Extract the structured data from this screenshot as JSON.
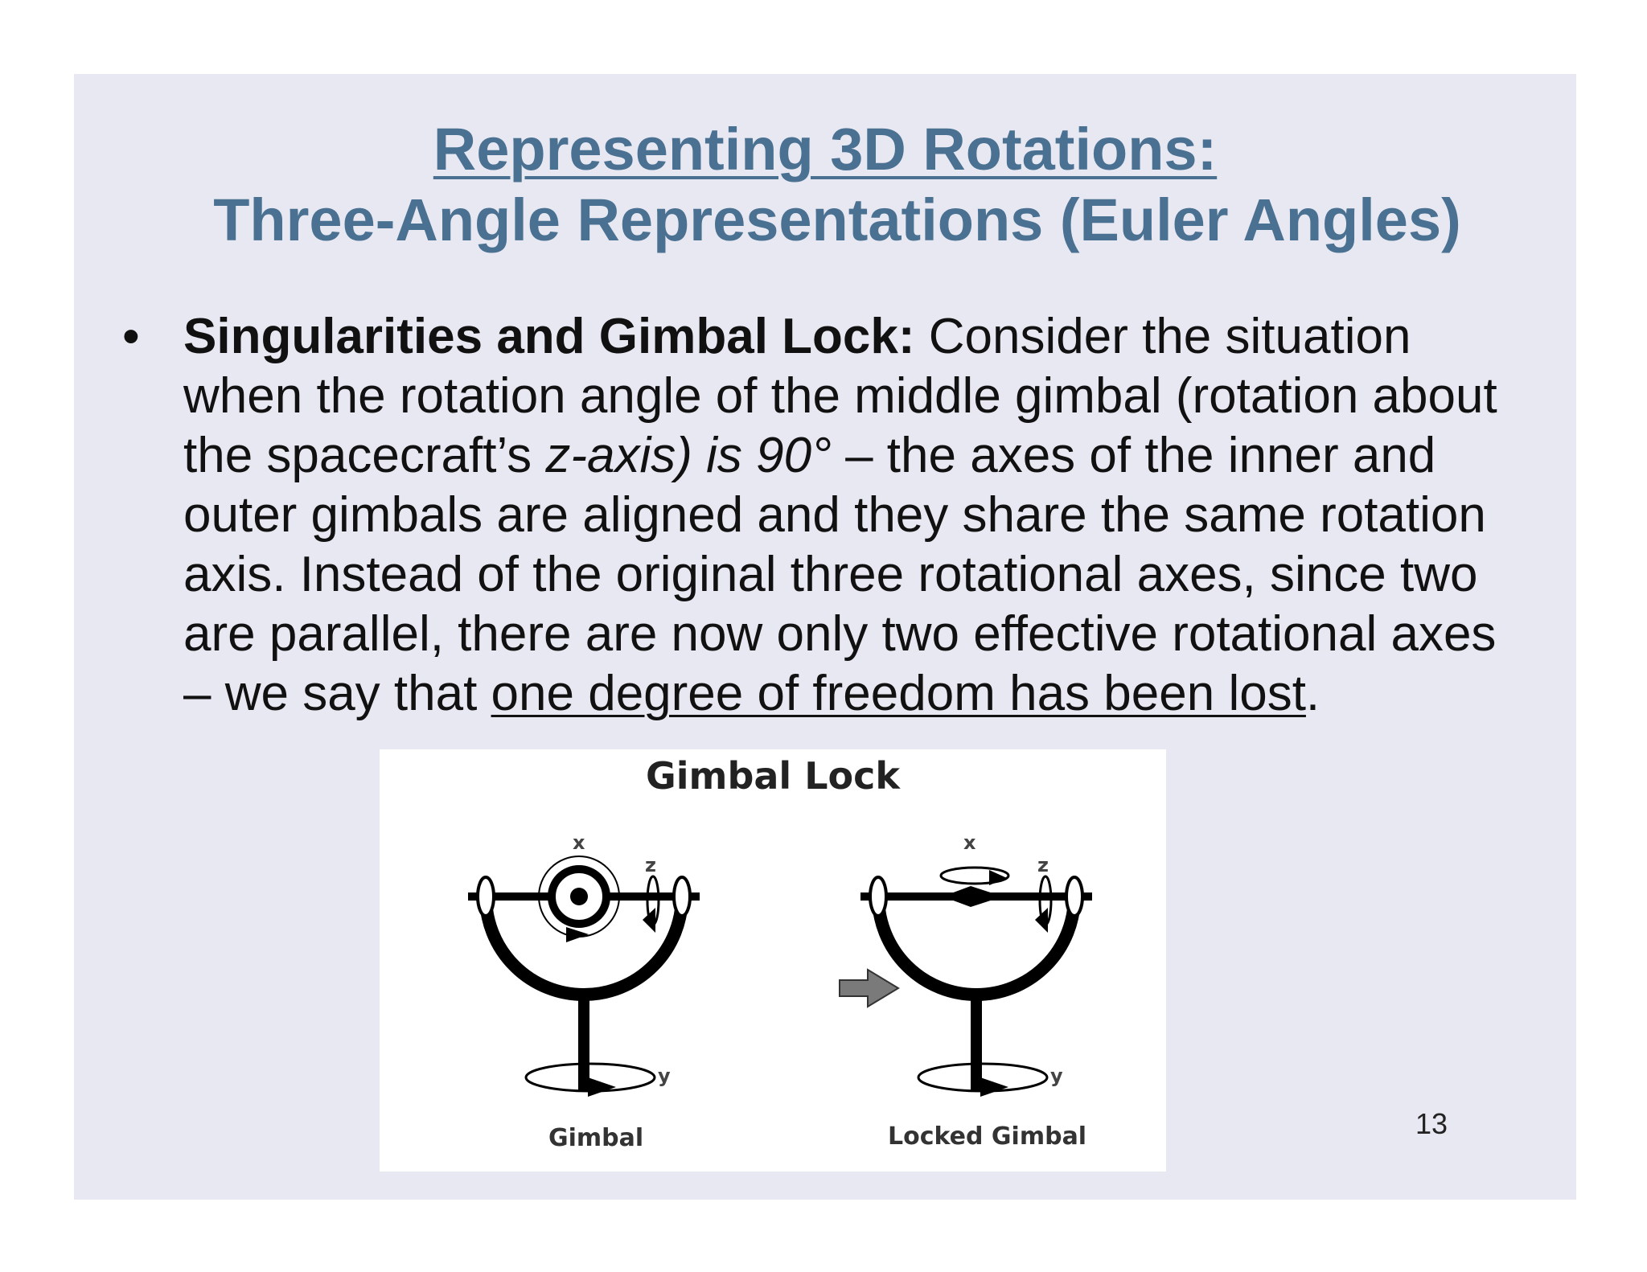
{
  "title": {
    "line1": "Representing 3D Rotations:",
    "line2": "Three-Angle Representations (Euler Angles)"
  },
  "bullet": {
    "marker": "•",
    "heading": "Singularities and Gimbal Lock:",
    "l1_rest": " Consider the situation",
    "l2": "when the rotation angle of the middle gimbal (rotation about",
    "l3_a": "the spacecraft’s ",
    "l3_italic": "z-axis) is 90°",
    "l3_b": "  – the axes of the inner and",
    "l4": "outer gimbals are aligned and they share the same rotation",
    "l5": "axis. Instead of the original three rotational axes, since two",
    "l6": "are parallel, there are now only two effective rotational axes",
    "l7_a": "– we say that ",
    "l7_underline": "one degree of freedom has been lost",
    "l7_b": "."
  },
  "figure": {
    "title": "Gimbal Lock",
    "left_caption": "Gimbal",
    "right_caption": "Locked Gimbal",
    "axis_x": "x",
    "axis_y": "y",
    "axis_z": "z"
  },
  "page_number": "13",
  "colors": {
    "title": "#4a7191",
    "slide_background": "#e8e8f2",
    "figure_background": "#ffffff",
    "arrow": "#7a7a7a"
  }
}
